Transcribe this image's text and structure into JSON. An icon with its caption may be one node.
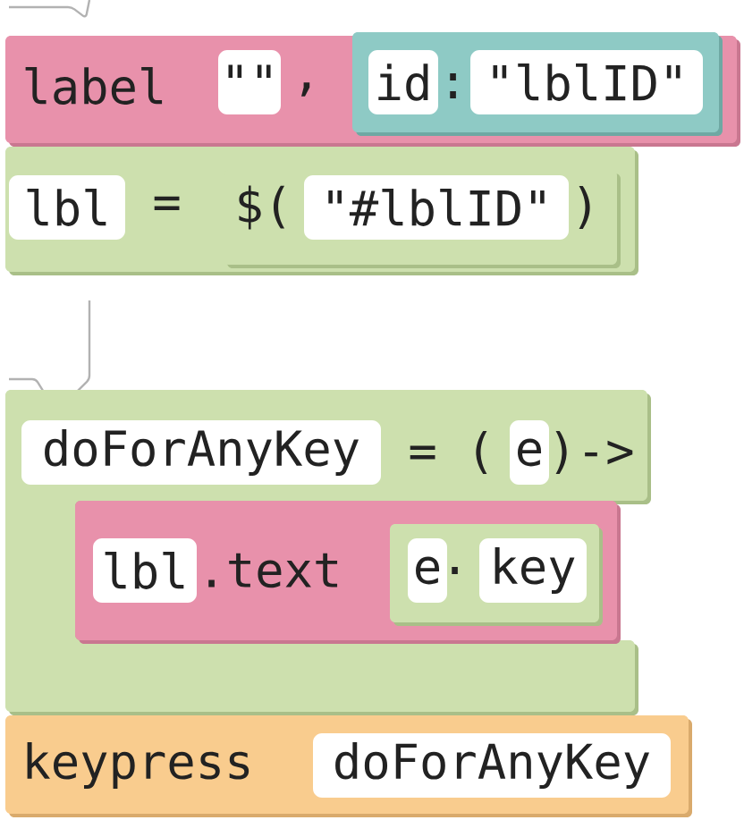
{
  "diagram": {
    "nodes": [
      {
        "text": [
          "label",
          ","
        ]
      },
      {
        "text": [
          "\"\""
        ],
        "in": 0
      },
      {
        "text": [
          ":"
        ],
        "in": 0
      },
      {
        "text": [
          "id"
        ],
        "in": 2
      },
      {
        "text": [
          "\"lblID\""
        ],
        "in": 2
      },
      {
        "text": [
          "="
        ]
      },
      {
        "text": [
          "lbl"
        ],
        "in": 5
      },
      {
        "text": [
          "$(",
          ")"
        ],
        "in": 5
      },
      {
        "text": [
          "\"#lblID\""
        ],
        "in": 7
      },
      {
        "text": [
          "= (",
          ")->"
        ]
      },
      {
        "text": [
          "doForAnyKey"
        ],
        "in": 9
      },
      {
        "text": [
          "e"
        ],
        "in": 9
      },
      {
        "text": [
          ".text"
        ],
        "in": 9
      },
      {
        "text": [
          "lbl"
        ],
        "in": 12
      },
      {
        "text": [
          "."
        ],
        "in": 12
      },
      {
        "text": [
          "e"
        ],
        "in": 14
      },
      {
        "text": [
          "key"
        ],
        "in": 14
      },
      {
        "text": [
          "keypress"
        ]
      },
      {
        "text": [
          "doForAnyKey"
        ],
        "in": 17
      }
    ]
  }
}
